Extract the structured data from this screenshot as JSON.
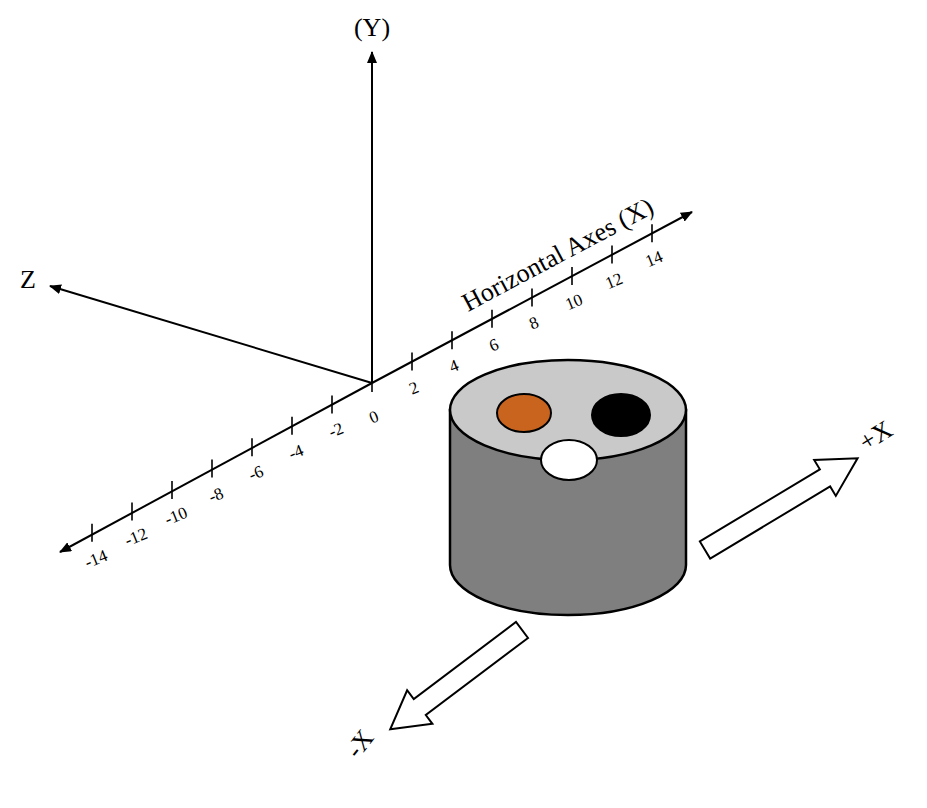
{
  "diagram": {
    "labels": [
      "(Y)",
      "Horizontal Axes (X)",
      "Z",
      "14",
      "12",
      "10",
      "8",
      "6",
      "4",
      "2",
      "0",
      "-2",
      "-4",
      "-6",
      "-8",
      "-10",
      "-12",
      "-14",
      "+X",
      "-X"
    ]
  }
}
